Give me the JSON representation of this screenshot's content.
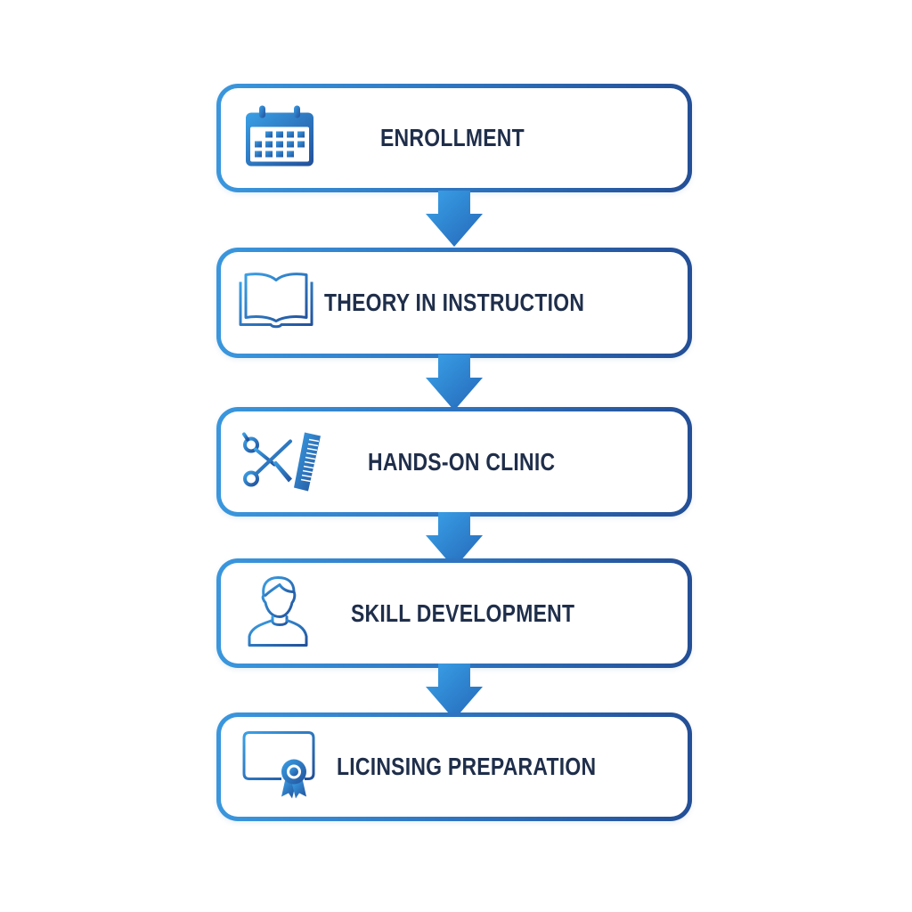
{
  "diagram": {
    "type": "vertical-flowchart",
    "colors": {
      "border_start": "#3a97dd",
      "border_end": "#244f96",
      "arrow": "#2f86d6",
      "text": "#1f2e4a",
      "background": "#ffffff"
    },
    "steps": [
      {
        "label": "ENROLLMENT",
        "icon": "calendar-icon"
      },
      {
        "label": "THEORY IN INSTRUCTION",
        "icon": "open-book-icon"
      },
      {
        "label": "HANDS-ON CLINIC",
        "icon": "scissors-comb-icon"
      },
      {
        "label": "SKILL DEVELOPMENT",
        "icon": "person-icon"
      },
      {
        "label": "LICINSING PREPARATION",
        "icon": "certificate-icon"
      }
    ],
    "connectors": [
      {
        "from": 0,
        "to": 1,
        "icon": "down-arrow-icon"
      },
      {
        "from": 1,
        "to": 2,
        "icon": "down-arrow-icon"
      },
      {
        "from": 2,
        "to": 3,
        "icon": "down-arrow-icon"
      },
      {
        "from": 3,
        "to": 4,
        "icon": "down-arrow-icon"
      }
    ]
  }
}
